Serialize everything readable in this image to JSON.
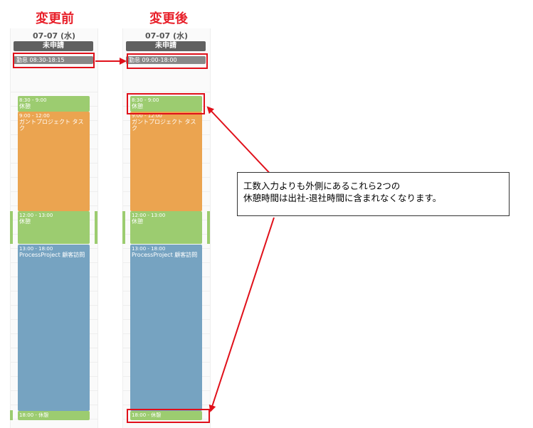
{
  "headings": {
    "before": "変更前",
    "after": "変更後"
  },
  "before": {
    "date": "07-07 (水)",
    "status": "未申請",
    "attendance": "勤怠 08:30-18:15",
    "events": [
      {
        "time": "8:30 - 9:00",
        "name": "休憩"
      },
      {
        "time": "9:00 - 12:00",
        "name": "ガントプロジェクト タスク"
      },
      {
        "time": "12:00 - 13:00",
        "name": "休憩"
      },
      {
        "time": "13:00 - 18:00",
        "name": "ProcessProject 顧客訪問"
      },
      {
        "time": "18:00 - 休憩",
        "name": ""
      }
    ]
  },
  "after": {
    "date": "07-07 (水)",
    "status": "未申請",
    "attendance": "勤怠 09:00-18:00",
    "events": [
      {
        "time": "8:30 - 9:00",
        "name": "休憩"
      },
      {
        "time": "9:00 - 12:00",
        "name": "ガントプロジェクト タスク"
      },
      {
        "time": "12:00 - 13:00",
        "name": "休憩"
      },
      {
        "time": "13:00 - 18:00",
        "name": "ProcessProject 顧客訪問"
      },
      {
        "time": "18:00 - 休憩",
        "name": ""
      }
    ]
  },
  "note": {
    "line1": "工数入力よりも外側にあるこれら2つの",
    "line2": "休憩時間は出社-退社時間に含まれなくなります。"
  },
  "colors": {
    "red": "#e0101a",
    "green": "#9ccc70",
    "orange": "#eba450",
    "blue": "#76a3c1"
  }
}
